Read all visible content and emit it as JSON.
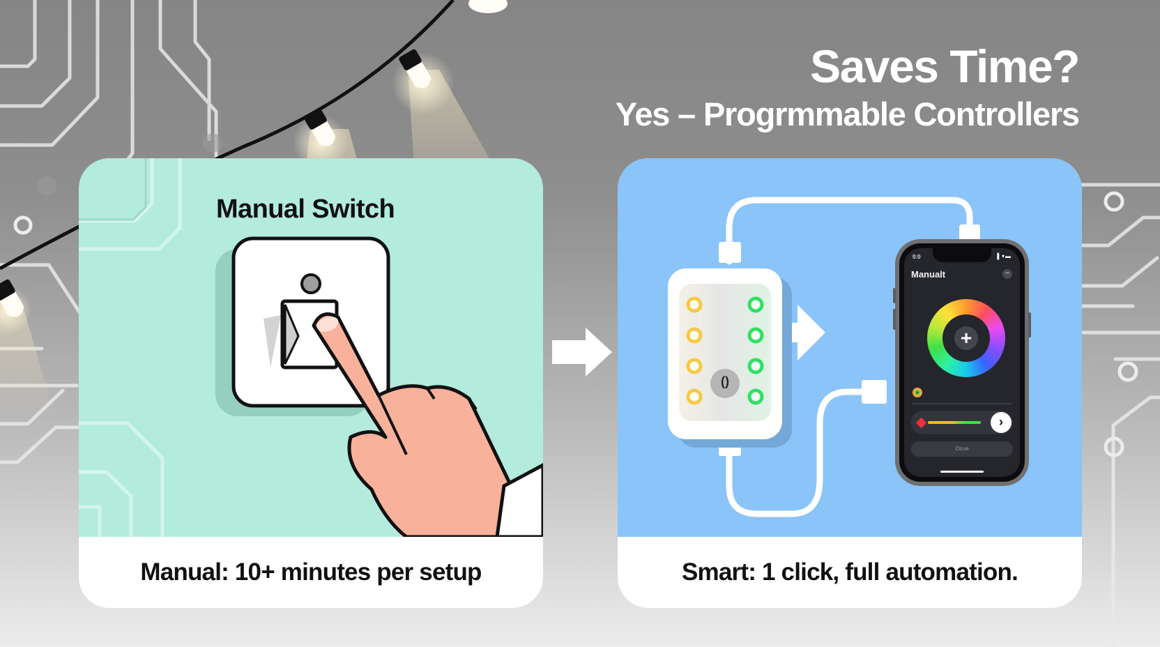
{
  "header": {
    "title": "Saves Time?",
    "subtitle": "Yes – Progrmmable Controllers"
  },
  "cards": [
    {
      "id": "manual",
      "heading": "Manual Switch",
      "caption": "Manual: 10+ minutes per setup",
      "bg_color": "#b3ebdd",
      "illustration": "hand-pressing-light-switch"
    },
    {
      "id": "smart",
      "caption": "Smart: 1 click, full automation.",
      "bg_color": "#8ac4f8",
      "illustration": "controller-to-phone-app",
      "controller": {
        "left_leds": [
          "yellow",
          "yellow",
          "yellow",
          "yellow"
        ],
        "right_leds": [
          "green",
          "green",
          "green",
          "green"
        ],
        "button_glyph": "()"
      },
      "phone": {
        "status_time": "0:0",
        "status_icons": "▌▾▬",
        "app_title": "Manualt",
        "minus_label": "−",
        "center_button_label": "+",
        "go_button_label": "›",
        "bottom_button_label": "Ocue"
      }
    }
  ],
  "icons": {
    "arrow_between_cards": "arrow-right",
    "arrow_controller_to_phone": "arrow-right",
    "decor": [
      "string-lights",
      "circuit-traces"
    ]
  },
  "colors": {
    "manual_card": "#b3ebdd",
    "smart_card": "#8ac4f8",
    "led_yellow": "#f7c948",
    "led_green": "#2fe065",
    "phone_bg": "#25262c"
  }
}
